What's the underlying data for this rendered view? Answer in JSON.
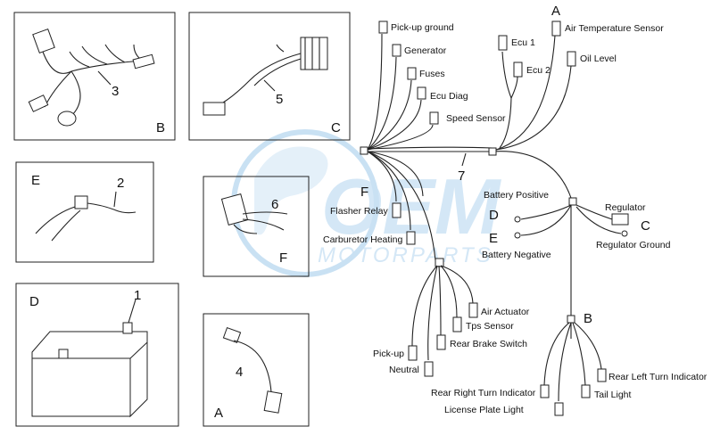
{
  "watermark": {
    "line1": "OEM",
    "line2": "MOTORPARTS",
    "color": "#9ec9ea"
  },
  "panels": {
    "b": {
      "letter": "B",
      "part": "3"
    },
    "c": {
      "letter": "C",
      "part": "5"
    },
    "e": {
      "letter": "E",
      "part": "2"
    },
    "f": {
      "letter": "F",
      "part": "6"
    },
    "d": {
      "letter": "D",
      "part": "1"
    },
    "a": {
      "letter": "A",
      "part": "4"
    }
  },
  "harness": {
    "part": "7",
    "top_letter": "A",
    "f_letter": "F",
    "c_letter": "C",
    "d_letter": "D",
    "e_letter": "E",
    "b_letter": "B",
    "labels": {
      "pickup_ground": "Pick-up ground",
      "generator": "Generator",
      "fuses": "Fuses",
      "ecu_diag": "Ecu Diag",
      "speed_sensor": "Speed Sensor",
      "ecu1": "Ecu 1",
      "ecu2": "Ecu 2",
      "air_temp": "Air Temperature Sensor",
      "oil_level": "Oil Level",
      "battery_positive": "Battery Positive",
      "battery_negative": "Battery Negative",
      "regulator": "Regulator",
      "regulator_ground": "Regulator Ground",
      "flasher_relay": "Flasher Relay",
      "carburetor_heating": "Carburetor Heating",
      "air_actuator": "Air Actuator",
      "tps_sensor": "Tps Sensor",
      "rear_brake_switch": "Rear Brake Switch",
      "pickup": "Pick-up",
      "neutral": "Neutral",
      "rear_right_turn": "Rear Right Turn Indicator",
      "license_plate": "License Plate Light",
      "tail_light": "Tail Light",
      "rear_left_turn": "Rear Left Turn Indicator"
    }
  }
}
